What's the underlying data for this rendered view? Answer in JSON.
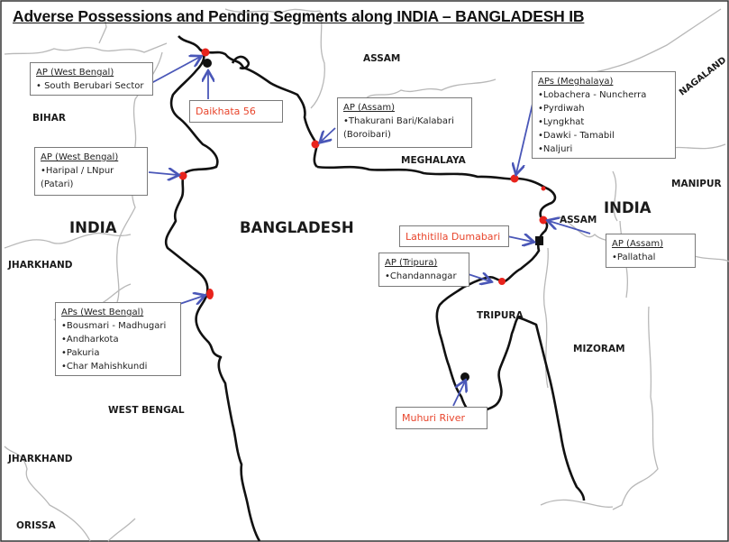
{
  "title": "Adverse Possessions and Pending Segments along INDIA – BANGLADESH IB",
  "colors": {
    "border_line": "#111111",
    "state_line": "#b5b5b5",
    "marker": "#e8231c",
    "arrow": "#4a57b8",
    "highlight_label": "#e8452c",
    "box_border": "#7a7a7a"
  },
  "regions": {
    "india_west": "INDIA",
    "india_east": "INDIA",
    "bangladesh": "BANGLADESH",
    "assam_north": "ASSAM",
    "assam_east": "ASSAM",
    "bihar": "BIHAR",
    "meghalaya": "MEGHALAYA",
    "nagaland": "NAGALAND",
    "manipur": "MANIPUR",
    "jharkhand_1": "JHARKHAND",
    "jharkhand_2": "JHARKHAND",
    "west_bengal": "WEST BENGAL",
    "orissa": "ORISSA",
    "tripura": "TRIPURA",
    "mizoram": "MIZORAM"
  },
  "callouts": {
    "wb_berubari": {
      "heading": "AP (West Bengal)",
      "items": [
        "• South Berubari Sector"
      ]
    },
    "daikhata": {
      "label": "Daikhata 56"
    },
    "assam_thakurani": {
      "heading": "AP (Assam)",
      "items": [
        "•Thakurani Bari/Kalabari",
        "(Boroibari)"
      ]
    },
    "meghalaya": {
      "heading": "APs (Meghalaya)",
      "items": [
        "•Lobachera - Nuncherra",
        "•Pyrdiwah",
        "•Lyngkhat",
        "•Dawki - Tamabil",
        "•Naljuri"
      ]
    },
    "wb_haripal": {
      "heading": "AP (West Bengal)",
      "items": [
        "•Haripal / LNpur",
        "(Patari)"
      ]
    },
    "lathitilla": {
      "label": "Lathitilla Dumabari"
    },
    "assam_pallathal": {
      "heading": "AP (Assam)",
      "items": [
        "•Pallathal"
      ]
    },
    "tripura": {
      "heading": "AP (Tripura)",
      "items": [
        "•Chandannagar"
      ]
    },
    "wb_bousmari": {
      "heading": "APs (West Bengal)",
      "items": [
        "•Bousmari - Madhugari",
        "•Andharkota",
        "•Pakuria",
        "•Char Mahishkundi"
      ]
    },
    "muhuri": {
      "label": "Muhuri River"
    }
  }
}
